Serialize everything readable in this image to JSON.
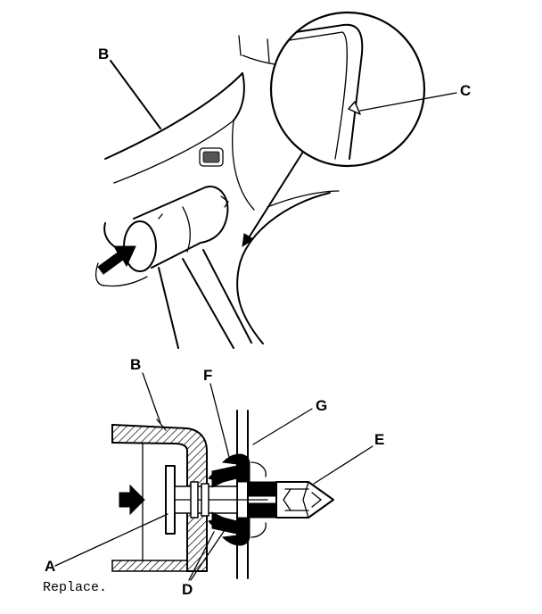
{
  "callouts": {
    "a": "A",
    "b_top": "B",
    "b_bottom": "B",
    "c": "C",
    "d": "D",
    "e": "E",
    "f": "F",
    "g": "G"
  },
  "note": "Replace."
}
